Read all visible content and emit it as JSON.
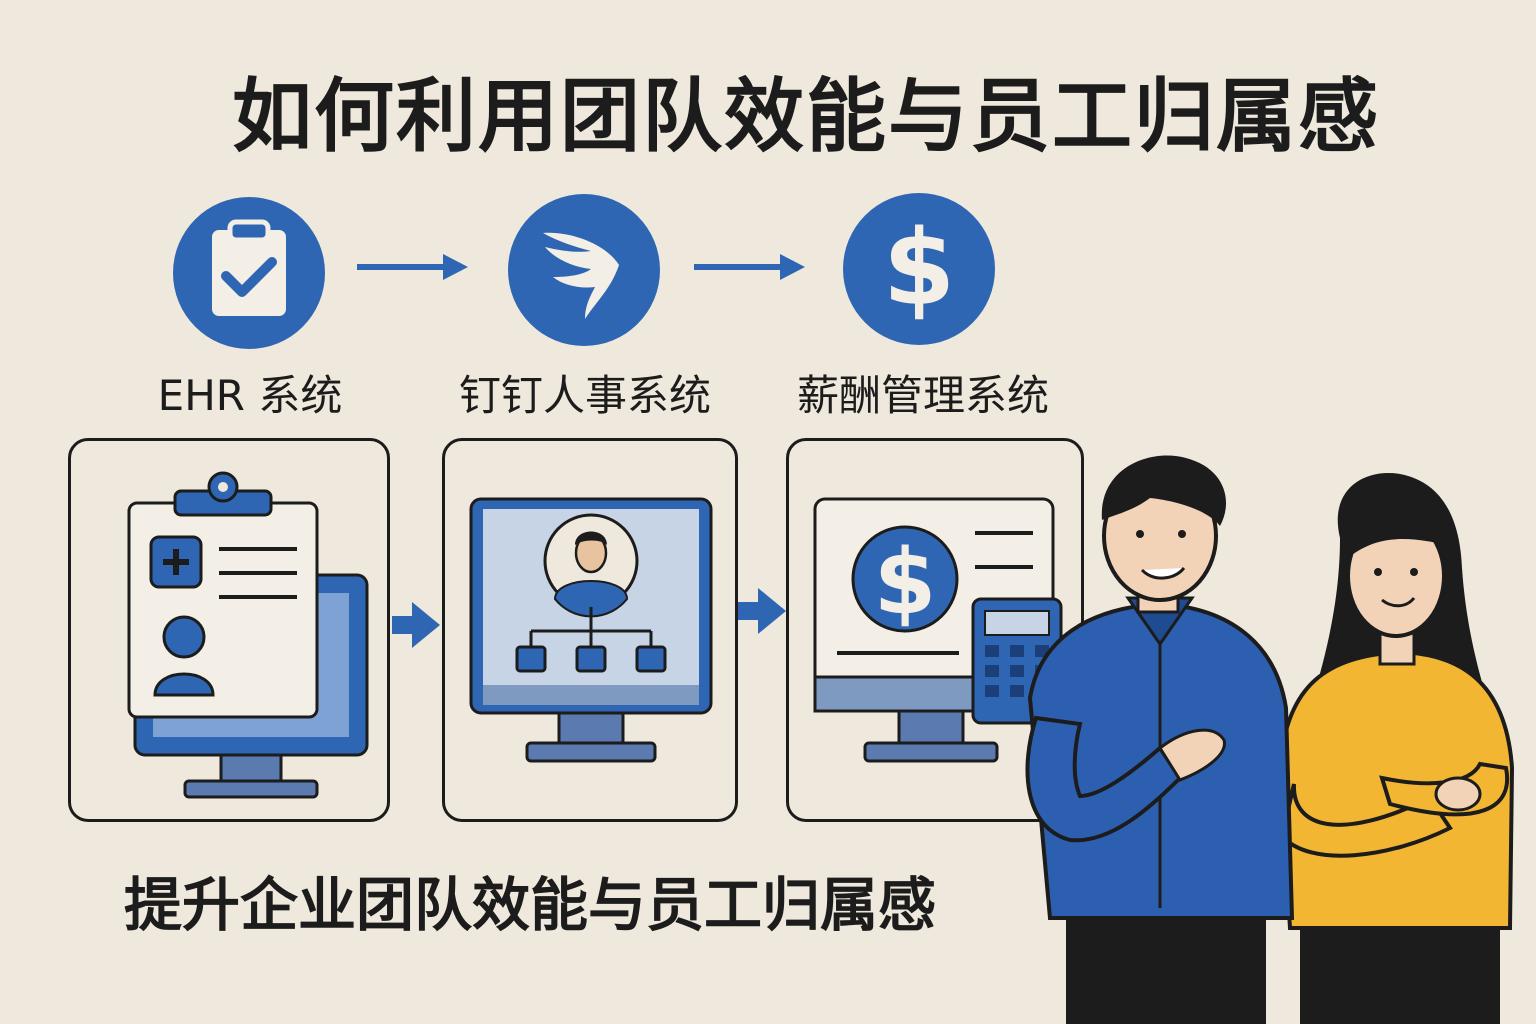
{
  "title": "如何利用团队效能与员工归属感",
  "subtitle": "提升企业团队效能与员工归属感",
  "steps": [
    {
      "label": "EHR 系统",
      "icon": "clipboard-check-icon"
    },
    {
      "label": "钉钉人事系统",
      "icon": "dingtalk-wing-icon"
    },
    {
      "label": "薪酬管理系统",
      "icon": "dollar-icon"
    }
  ],
  "colors": {
    "accent": "#2f66b3",
    "background": "#efe8dc",
    "outline": "#1c1c1c",
    "shirt_man": "#2d5fb0",
    "sweater_woman": "#f2b632"
  }
}
